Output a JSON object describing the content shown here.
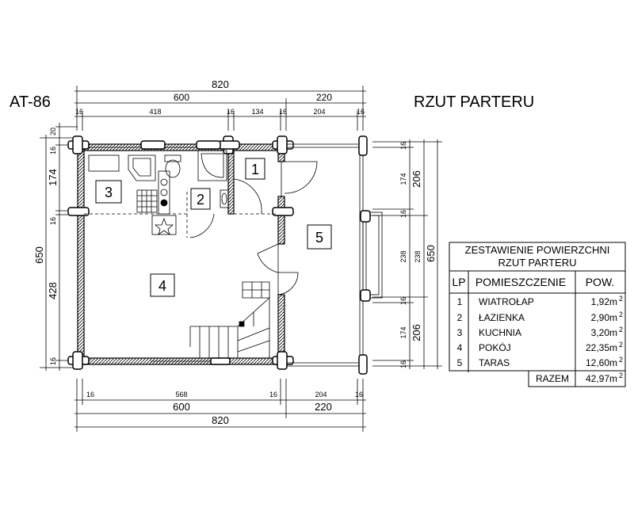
{
  "project_code": "AT-86",
  "plan_title": "RZUT PARTERU",
  "dimensions": {
    "top_total": "820",
    "top_mid": [
      "600",
      "220"
    ],
    "top_small": [
      "16",
      "418",
      "16",
      "134",
      "16",
      "204",
      "16"
    ],
    "bottom_small": [
      "16",
      "568",
      "16",
      "204",
      "16"
    ],
    "bottom_mid": [
      "600",
      "220"
    ],
    "bottom_total": "820",
    "left_small": [
      "20",
      "16",
      "174",
      "16",
      "428",
      "16"
    ],
    "left_total": "650",
    "right_small": [
      "16",
      "174",
      "16",
      "238",
      "16",
      "174",
      "16"
    ],
    "right_mid": [
      "206",
      "238",
      "206"
    ],
    "right_total": "650"
  },
  "room_numbers": [
    "1",
    "2",
    "3",
    "4",
    "5"
  ],
  "area_table": {
    "title_line1": "ZESTAWIENIE POWIERZCHNI",
    "title_line2": "RZUT PARTERU",
    "col_lp": "LP",
    "col_room": "POMIESZCZENIE",
    "col_area": "POW.",
    "rows": [
      {
        "lp": "1",
        "name": "WIATROŁAP",
        "area": "1,92m",
        "sup": "2"
      },
      {
        "lp": "2",
        "name": "ŁAZIENKA",
        "area": "2,90m",
        "sup": "2"
      },
      {
        "lp": "3",
        "name": "KUCHNIA",
        "area": "3,20m",
        "sup": "2"
      },
      {
        "lp": "4",
        "name": "POKÓJ",
        "area": "22,35m",
        "sup": "2"
      },
      {
        "lp": "5",
        "name": "TARAS",
        "area": "12,60m",
        "sup": "2"
      }
    ],
    "total_label": "RAZEM",
    "total_value": "42,97m",
    "total_sup": "2"
  }
}
